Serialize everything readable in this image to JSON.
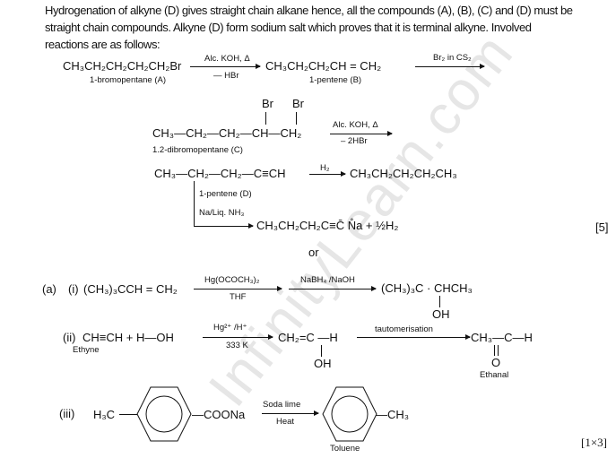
{
  "watermark": "InfinityLearn.com",
  "paragraph": [
    "Hydrogenation of alkyne (D) gives straight chain alkane hence, all the compounds (A), (B), (C) and (D) must be",
    "straight chain compounds. Alkyne (D) form sodium salt which proves that it is terminal alkyne. Involved",
    "reactions are as follows:"
  ],
  "r1": {
    "reactant": "CH₃CH₂CH₂CH₂CH₂Br",
    "reactant_label": "1-bromopentane (A)",
    "arrow1_top": "Alc. KOH, Δ",
    "arrow1_bottom": "— HBr",
    "product": "CH₃CH₂CH₂CH = CH₂",
    "product_label": "1-pentene (B)",
    "arrow2_top": "Br₂ in CS₂"
  },
  "r2": {
    "br1": "Br",
    "br2": "Br",
    "chain": "CH₃—CH₂—CH₂—CH—CH₂",
    "label": "1.2-dibromopentane (C)",
    "arrow_top": "Alc. KOH, Δ",
    "arrow_bottom": "– 2HBr"
  },
  "r3": {
    "alkyne": "CH₃—CH₂—CH₂—C≡CH",
    "arrow_top": "H₂",
    "alkane": "CH₃CH₂CH₂CH₂CH₃",
    "label": "1-pentene (D)",
    "reagent": "Na/Liq. NH₃",
    "salt": "CH₃CH₂CH₂C≡C̄ N̊a + ½H₂",
    "marks": "[5]",
    "or": "or"
  },
  "a": {
    "label": "(a)",
    "i": {
      "num": "(i)",
      "reactant": "(CH₃)₃CCH = CH₂",
      "arrow1_top": "Hg(OCOCH₃)₂",
      "arrow1_bottom": "THF",
      "arrow2_top": "NaBH₄ /NaOH",
      "product": "(CH₃)₃C · CHCH₃",
      "oh": "OH"
    },
    "ii": {
      "num": "(ii)",
      "reactants": "CH≡CH + H—OH",
      "ethyne": "Ethyne",
      "arrow1_top": "Hg²⁺ /H⁺",
      "arrow1_bottom": "333 K",
      "enol": "CH₂=C —H",
      "enol_oh": "OH",
      "arrow2_top": "tautomerisation",
      "product": "CH₃—C—H",
      "product_o": "O",
      "product_label": "Ethanal"
    },
    "iii": {
      "num": "(iii)",
      "h3c": "H₃C",
      "coona": "—COONa",
      "arrow_top": "Soda lime",
      "arrow_bottom": "Heat",
      "ch3": "—CH₃",
      "label": "Toluene",
      "marks": "[1×3]"
    }
  }
}
